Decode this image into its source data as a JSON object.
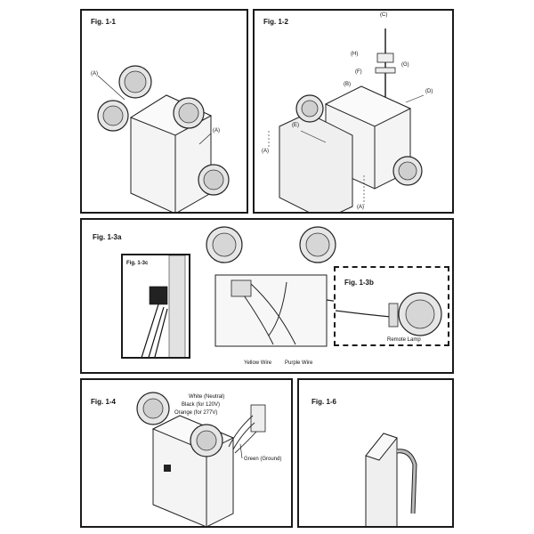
{
  "figures": {
    "fig_1_1": {
      "title": "Fig. 1-1",
      "labels": [
        "(A)",
        "(A)"
      ]
    },
    "fig_1_2": {
      "title": "Fig. 1-2",
      "labels": [
        "(C)",
        "(H)",
        "(G)",
        "(F)",
        "(B)",
        "(D)",
        "(E)",
        "(A)",
        "(A)"
      ]
    },
    "fig_1_3a": {
      "title": "Fig. 1-3a",
      "wire_labels": [
        "Yellow Wire",
        "Purple Wire"
      ]
    },
    "fig_1_3c": {
      "title": "Fig. 1-3c"
    },
    "fig_1_3b": {
      "title": "Fig. 1-3b",
      "lamp_label": "Remote Lamp"
    },
    "fig_1_4": {
      "title": "Fig. 1-4",
      "wires": [
        "White (Neutral)",
        "Black (for 120V)",
        "Orange (for 277V)",
        "Green (Ground)"
      ]
    },
    "fig_1_6": {
      "title": "Fig. 1-6"
    }
  },
  "colors": {
    "border": "#1a1a1a",
    "line": "#222222",
    "housing": "#f2f2f2",
    "lens": "#dcdcdc"
  }
}
